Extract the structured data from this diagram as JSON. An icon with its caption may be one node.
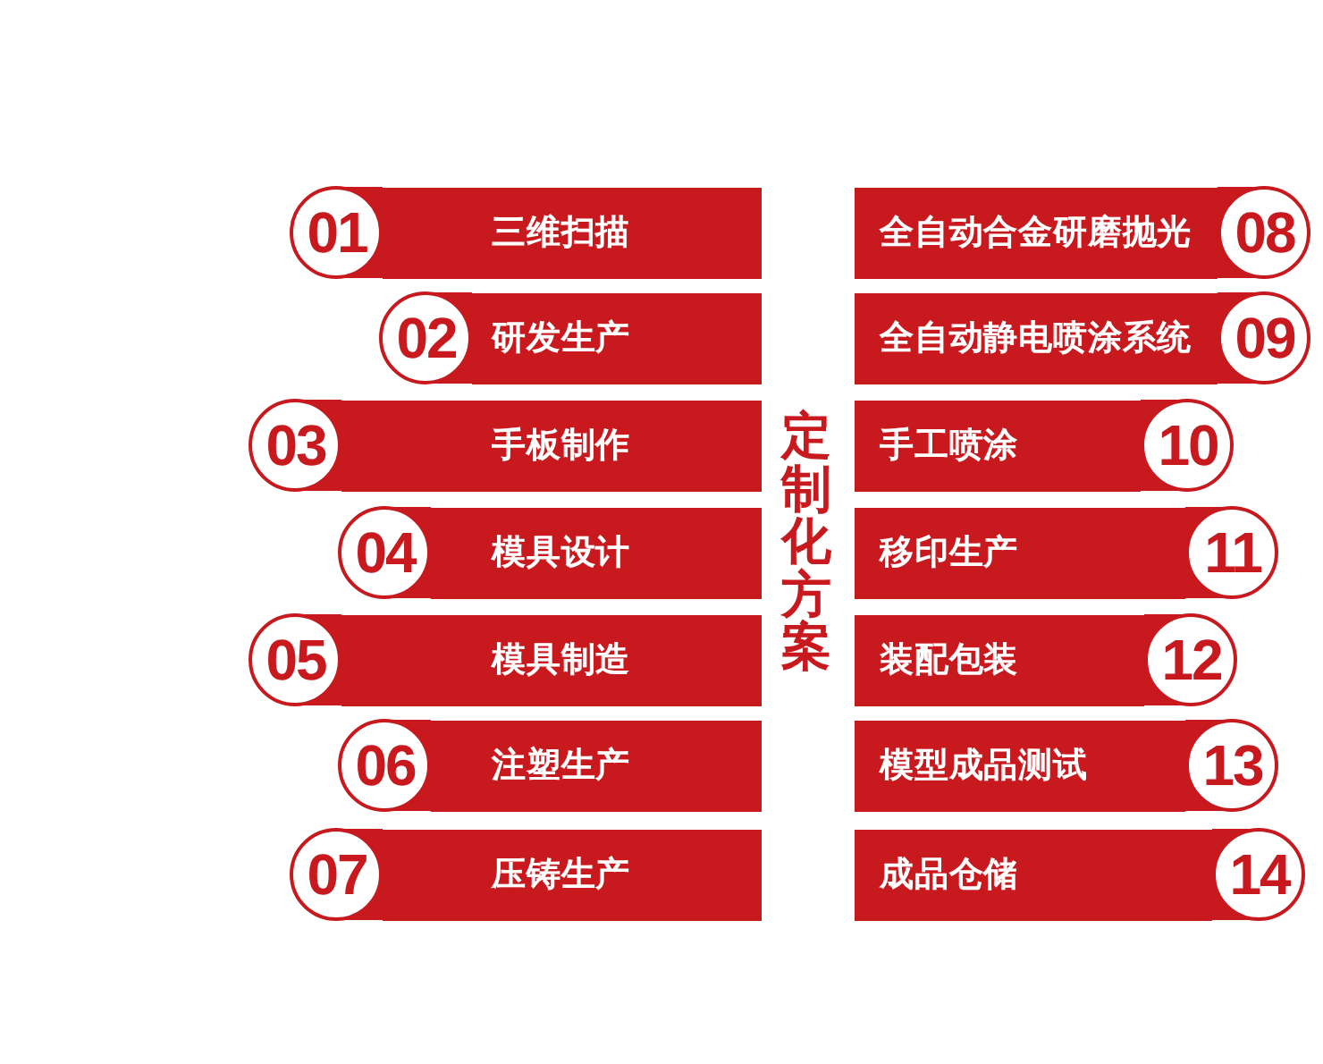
{
  "diagram": {
    "title": "定制化方案",
    "nodes": [
      {
        "text": [
          "01"
        ]
      },
      {
        "text": [
          "三维扫描"
        ]
      },
      {
        "text": [
          "02"
        ]
      },
      {
        "text": [
          "研发生产"
        ]
      },
      {
        "text": [
          "03"
        ]
      },
      {
        "text": [
          "手板制作"
        ]
      },
      {
        "text": [
          "04"
        ]
      },
      {
        "text": [
          "模具设计"
        ]
      },
      {
        "text": [
          "05"
        ]
      },
      {
        "text": [
          "模具制造"
        ]
      },
      {
        "text": [
          "06"
        ]
      },
      {
        "text": [
          "注塑生产"
        ]
      },
      {
        "text": [
          "07"
        ]
      },
      {
        "text": [
          "压铸生产"
        ]
      },
      {
        "text": [
          "全自动合金研磨抛光"
        ]
      },
      {
        "text": [
          "08"
        ]
      },
      {
        "text": [
          "全自动静电喷涂系统"
        ]
      },
      {
        "text": [
          "09"
        ]
      },
      {
        "text": [
          "手工喷涂"
        ]
      },
      {
        "text": [
          "10"
        ]
      },
      {
        "text": [
          "移印生产"
        ]
      },
      {
        "text": [
          "11"
        ]
      },
      {
        "text": [
          "装配包装"
        ]
      },
      {
        "text": [
          "12"
        ]
      },
      {
        "text": [
          "模型成品测试"
        ]
      },
      {
        "text": [
          "13"
        ]
      },
      {
        "text": [
          "成品仓储"
        ]
      },
      {
        "text": [
          "14"
        ]
      }
    ]
  }
}
